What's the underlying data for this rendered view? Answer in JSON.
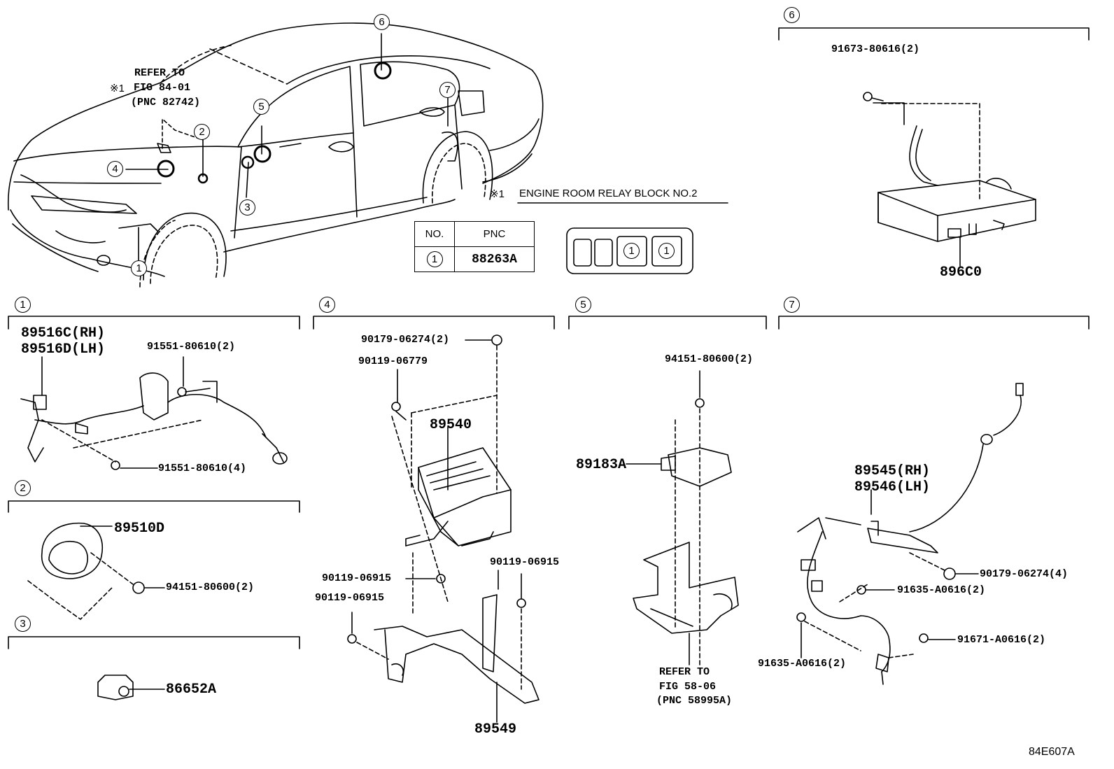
{
  "callouts": {
    "c1": "1",
    "c2": "2",
    "c3": "3",
    "c4": "4",
    "c5": "5",
    "c6": "6",
    "c7": "7"
  },
  "refer_top": {
    "line1": "REFER TO",
    "marker": "※1",
    "line2": "FIG 84-01",
    "line3": "(PNC 82742)"
  },
  "note": {
    "marker": "※1",
    "text": "ENGINE ROOM RELAY BLOCK NO.2"
  },
  "pnc_table": {
    "col_no": "NO.",
    "col_pnc": "PNC",
    "row_no": "1",
    "row_pnc": "88263A"
  },
  "relay_fuses": {
    "f3": "1",
    "f4": "1"
  },
  "section6": {
    "num": "6",
    "bolt": "91673-80616(2)",
    "part": "896C0"
  },
  "section1": {
    "num": "1",
    "part_rh": "89516C(RH)",
    "part_lh": "89516D(LH)",
    "bolt_a": "91551-80610(2)",
    "bolt_b": "91551-80610(4)"
  },
  "section2": {
    "num": "2",
    "part": "89510D",
    "nut": "94151-80600(2)"
  },
  "section3": {
    "num": "3",
    "part": "86652A"
  },
  "section4": {
    "num": "4",
    "nut": "90179-06274(2)",
    "bolt_top": "90119-06779",
    "ecu": "89540",
    "bolt_mid": "90119-06915",
    "bolt_right": "90119-06915",
    "bolt_left": "90119-06915",
    "bracket": "89549"
  },
  "section5": {
    "num": "5",
    "nut": "94151-80600(2)",
    "part": "89183A",
    "refer_l1": "REFER TO",
    "refer_l2": "FIG 58-06",
    "refer_l3": "(PNC 58995A)"
  },
  "section7": {
    "num": "7",
    "part_rh": "89545(RH)",
    "part_lh": "89546(LH)",
    "nut": "90179-06274(4)",
    "bolt_a": "91635-A0616(2)",
    "bolt_b": "91671-A0616(2)",
    "bolt_c": "91635-A0616(2)"
  },
  "figure_code": "84E607A"
}
